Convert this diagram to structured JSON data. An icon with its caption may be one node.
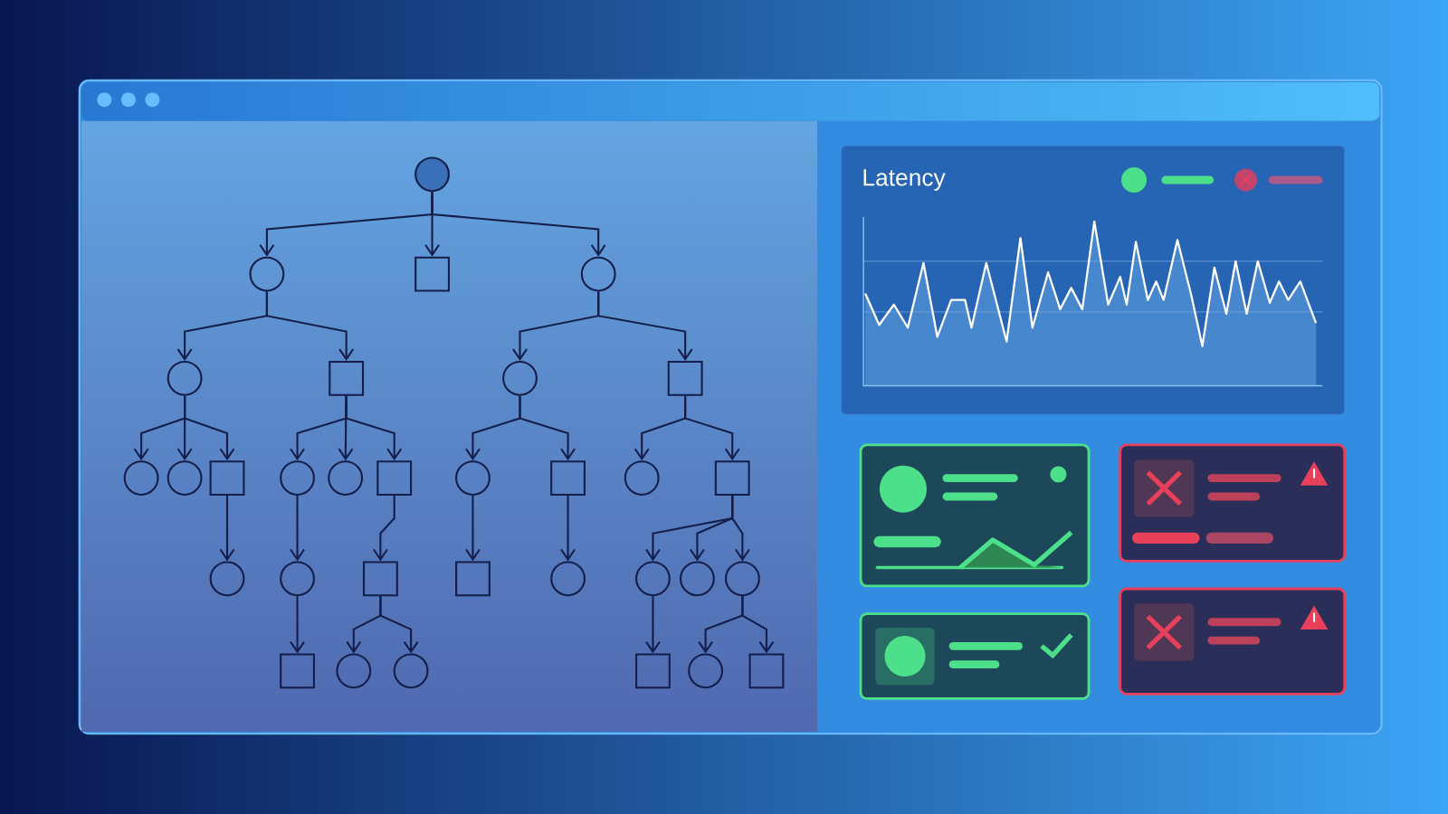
{
  "diagram": {
    "nodes": [
      {
        "text": [],
        "shape": "circle"
      },
      {
        "text": [],
        "shape": "circle"
      },
      {
        "text": [],
        "shape": "box"
      },
      {
        "text": [],
        "shape": "circle"
      },
      {
        "text": [],
        "shape": "circle"
      },
      {
        "text": [],
        "shape": "box"
      },
      {
        "text": [],
        "shape": "circle"
      },
      {
        "text": [],
        "shape": "box"
      },
      {
        "text": [],
        "shape": "circle"
      },
      {
        "text": [],
        "shape": "circle"
      },
      {
        "text": [],
        "shape": "box"
      },
      {
        "text": [],
        "shape": "circle"
      },
      {
        "text": [],
        "shape": "circle"
      },
      {
        "text": [],
        "shape": "box"
      },
      {
        "text": [],
        "shape": "circle"
      },
      {
        "text": [],
        "shape": "box"
      },
      {
        "text": [],
        "shape": "circle"
      },
      {
        "text": [],
        "shape": "box"
      },
      {
        "text": [],
        "shape": "circle"
      },
      {
        "text": [],
        "shape": "circle"
      },
      {
        "text": [],
        "shape": "box"
      },
      {
        "text": [],
        "shape": "box"
      },
      {
        "text": [],
        "shape": "circle"
      },
      {
        "text": [],
        "shape": "circle"
      },
      {
        "text": [],
        "shape": "circle"
      },
      {
        "text": [],
        "shape": "circle"
      },
      {
        "text": [],
        "shape": "box"
      },
      {
        "text": [],
        "shape": "circle"
      },
      {
        "text": [],
        "shape": "circle"
      },
      {
        "text": [],
        "shape": "box"
      },
      {
        "text": [],
        "shape": "circle"
      },
      {
        "text": [],
        "shape": "box"
      }
    ],
    "edges": [
      {
        "from": 0,
        "to": 1,
        "arrow": "to"
      },
      {
        "from": 0,
        "to": 2,
        "arrow": "to"
      },
      {
        "from": 0,
        "to": 3,
        "arrow": "to"
      },
      {
        "from": 1,
        "to": 4,
        "arrow": "to"
      },
      {
        "from": 1,
        "to": 5,
        "arrow": "to"
      },
      {
        "from": 3,
        "to": 6,
        "arrow": "to"
      },
      {
        "from": 3,
        "to": 7,
        "arrow": "to"
      },
      {
        "from": 4,
        "to": 8,
        "arrow": "to"
      },
      {
        "from": 4,
        "to": 9,
        "arrow": "to"
      },
      {
        "from": 4,
        "to": 10,
        "arrow": "to"
      },
      {
        "from": 5,
        "to": 11,
        "arrow": "to"
      },
      {
        "from": 5,
        "to": 12,
        "arrow": "to"
      },
      {
        "from": 5,
        "to": 13,
        "arrow": "to"
      },
      {
        "from": 6,
        "to": 14,
        "arrow": "to"
      },
      {
        "from": 6,
        "to": 15,
        "arrow": "to"
      },
      {
        "from": 7,
        "to": 16,
        "arrow": "to"
      },
      {
        "from": 7,
        "to": 17,
        "arrow": "to"
      },
      {
        "from": 10,
        "to": 18,
        "arrow": "to"
      },
      {
        "from": 11,
        "to": 19,
        "arrow": "to"
      },
      {
        "from": 13,
        "to": 20,
        "arrow": "to"
      },
      {
        "from": 14,
        "to": 21,
        "arrow": "to"
      },
      {
        "from": 15,
        "to": 22,
        "arrow": "to"
      },
      {
        "from": 17,
        "to": 23,
        "arrow": "to"
      },
      {
        "from": 17,
        "to": 24,
        "arrow": "to"
      },
      {
        "from": 17,
        "to": 25,
        "arrow": "to"
      },
      {
        "from": 19,
        "to": 26,
        "arrow": "to"
      },
      {
        "from": 20,
        "to": 27,
        "arrow": "to"
      },
      {
        "from": 20,
        "to": 28,
        "arrow": "to"
      },
      {
        "from": 23,
        "to": 29,
        "arrow": "to"
      },
      {
        "from": 25,
        "to": 30,
        "arrow": "to"
      },
      {
        "from": 25,
        "to": 31,
        "arrow": "to"
      }
    ],
    "labels": [
      "Latency"
    ]
  }
}
